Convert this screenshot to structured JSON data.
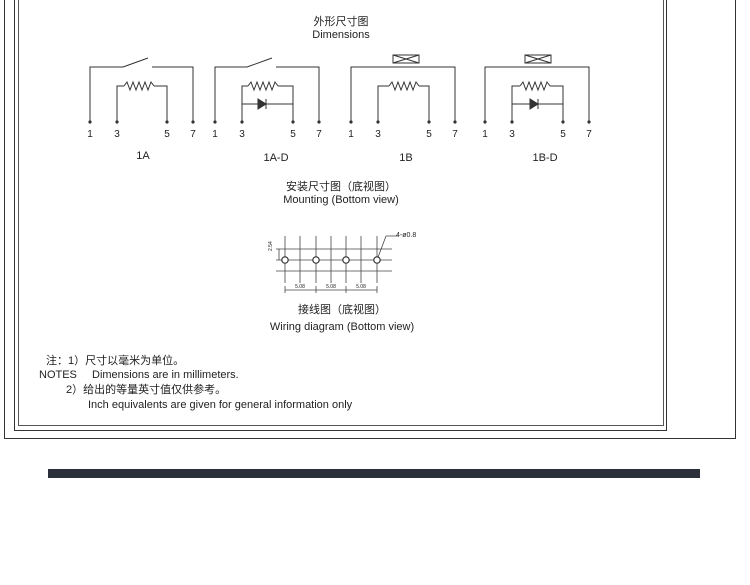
{
  "dimensions": {
    "cn": "外形尺寸图",
    "en": "Dimensions"
  },
  "circuits": [
    {
      "label": "1A",
      "pins": [
        "1",
        "3",
        "5",
        "7"
      ]
    },
    {
      "label": "1A-D",
      "pins": [
        "1",
        "3",
        "5",
        "7"
      ]
    },
    {
      "label": "1B",
      "pins": [
        "1",
        "3",
        "5",
        "7"
      ]
    },
    {
      "label": "1B-D",
      "pins": [
        "1",
        "3",
        "5",
        "7"
      ]
    }
  ],
  "mounting": {
    "cn": "安装尺寸图（底视图）",
    "en": "Mounting (Bottom view)",
    "hole_note": "4-ø0.8",
    "pitch": "5.08",
    "height_dim": "2.54"
  },
  "wiring": {
    "cn": "接线图（底视图）",
    "en": "Wiring diagram (Bottom view)"
  },
  "notes": {
    "line1_cn": "注：1）尺寸以毫米为单位。",
    "line1_label": "NOTES",
    "line1_en": "Dimensions are in millimeters.",
    "line2_cn": "2）给出的等量英寸值仅供参考。",
    "line2_en": "Inch equivalents are given for general information only"
  }
}
